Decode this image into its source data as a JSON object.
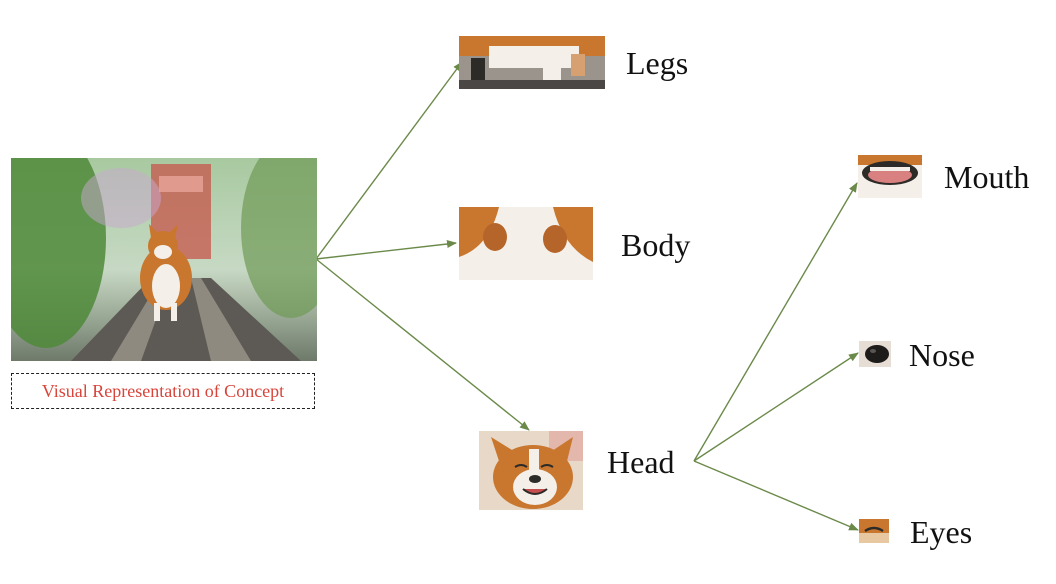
{
  "caption": "Visual Representation of Concept",
  "nodes": {
    "legs": "Legs",
    "body": "Body",
    "head": "Head",
    "mouth": "Mouth",
    "nose": "Nose",
    "eyes": "Eyes"
  },
  "colors": {
    "arrow": "#6b8a4a",
    "caption_text": "#d9443a",
    "corgi_fur": "#c9772e",
    "fur_white": "#f4efe8"
  },
  "edges": [
    {
      "from": "root",
      "to": "legs"
    },
    {
      "from": "root",
      "to": "body"
    },
    {
      "from": "root",
      "to": "head"
    },
    {
      "from": "head",
      "to": "mouth"
    },
    {
      "from": "head",
      "to": "nose"
    },
    {
      "from": "head",
      "to": "eyes"
    }
  ]
}
